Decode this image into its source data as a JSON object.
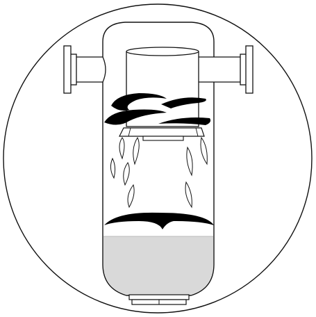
{
  "diagram": {
    "subject": "cyclone-separator-vessel",
    "labels": []
  },
  "colors": {
    "outline": "#111111",
    "fill": "#ffffff",
    "liquid": "#d9d9d9",
    "vane": "#000000"
  },
  "icons": {
    "vessel": "vertical-pressure-vessel",
    "inlet": "flanged-inlet-nozzle",
    "outlet": "flanged-outlet-nozzle",
    "swirl": "helical-vane",
    "droplet": "droplet-icon"
  }
}
